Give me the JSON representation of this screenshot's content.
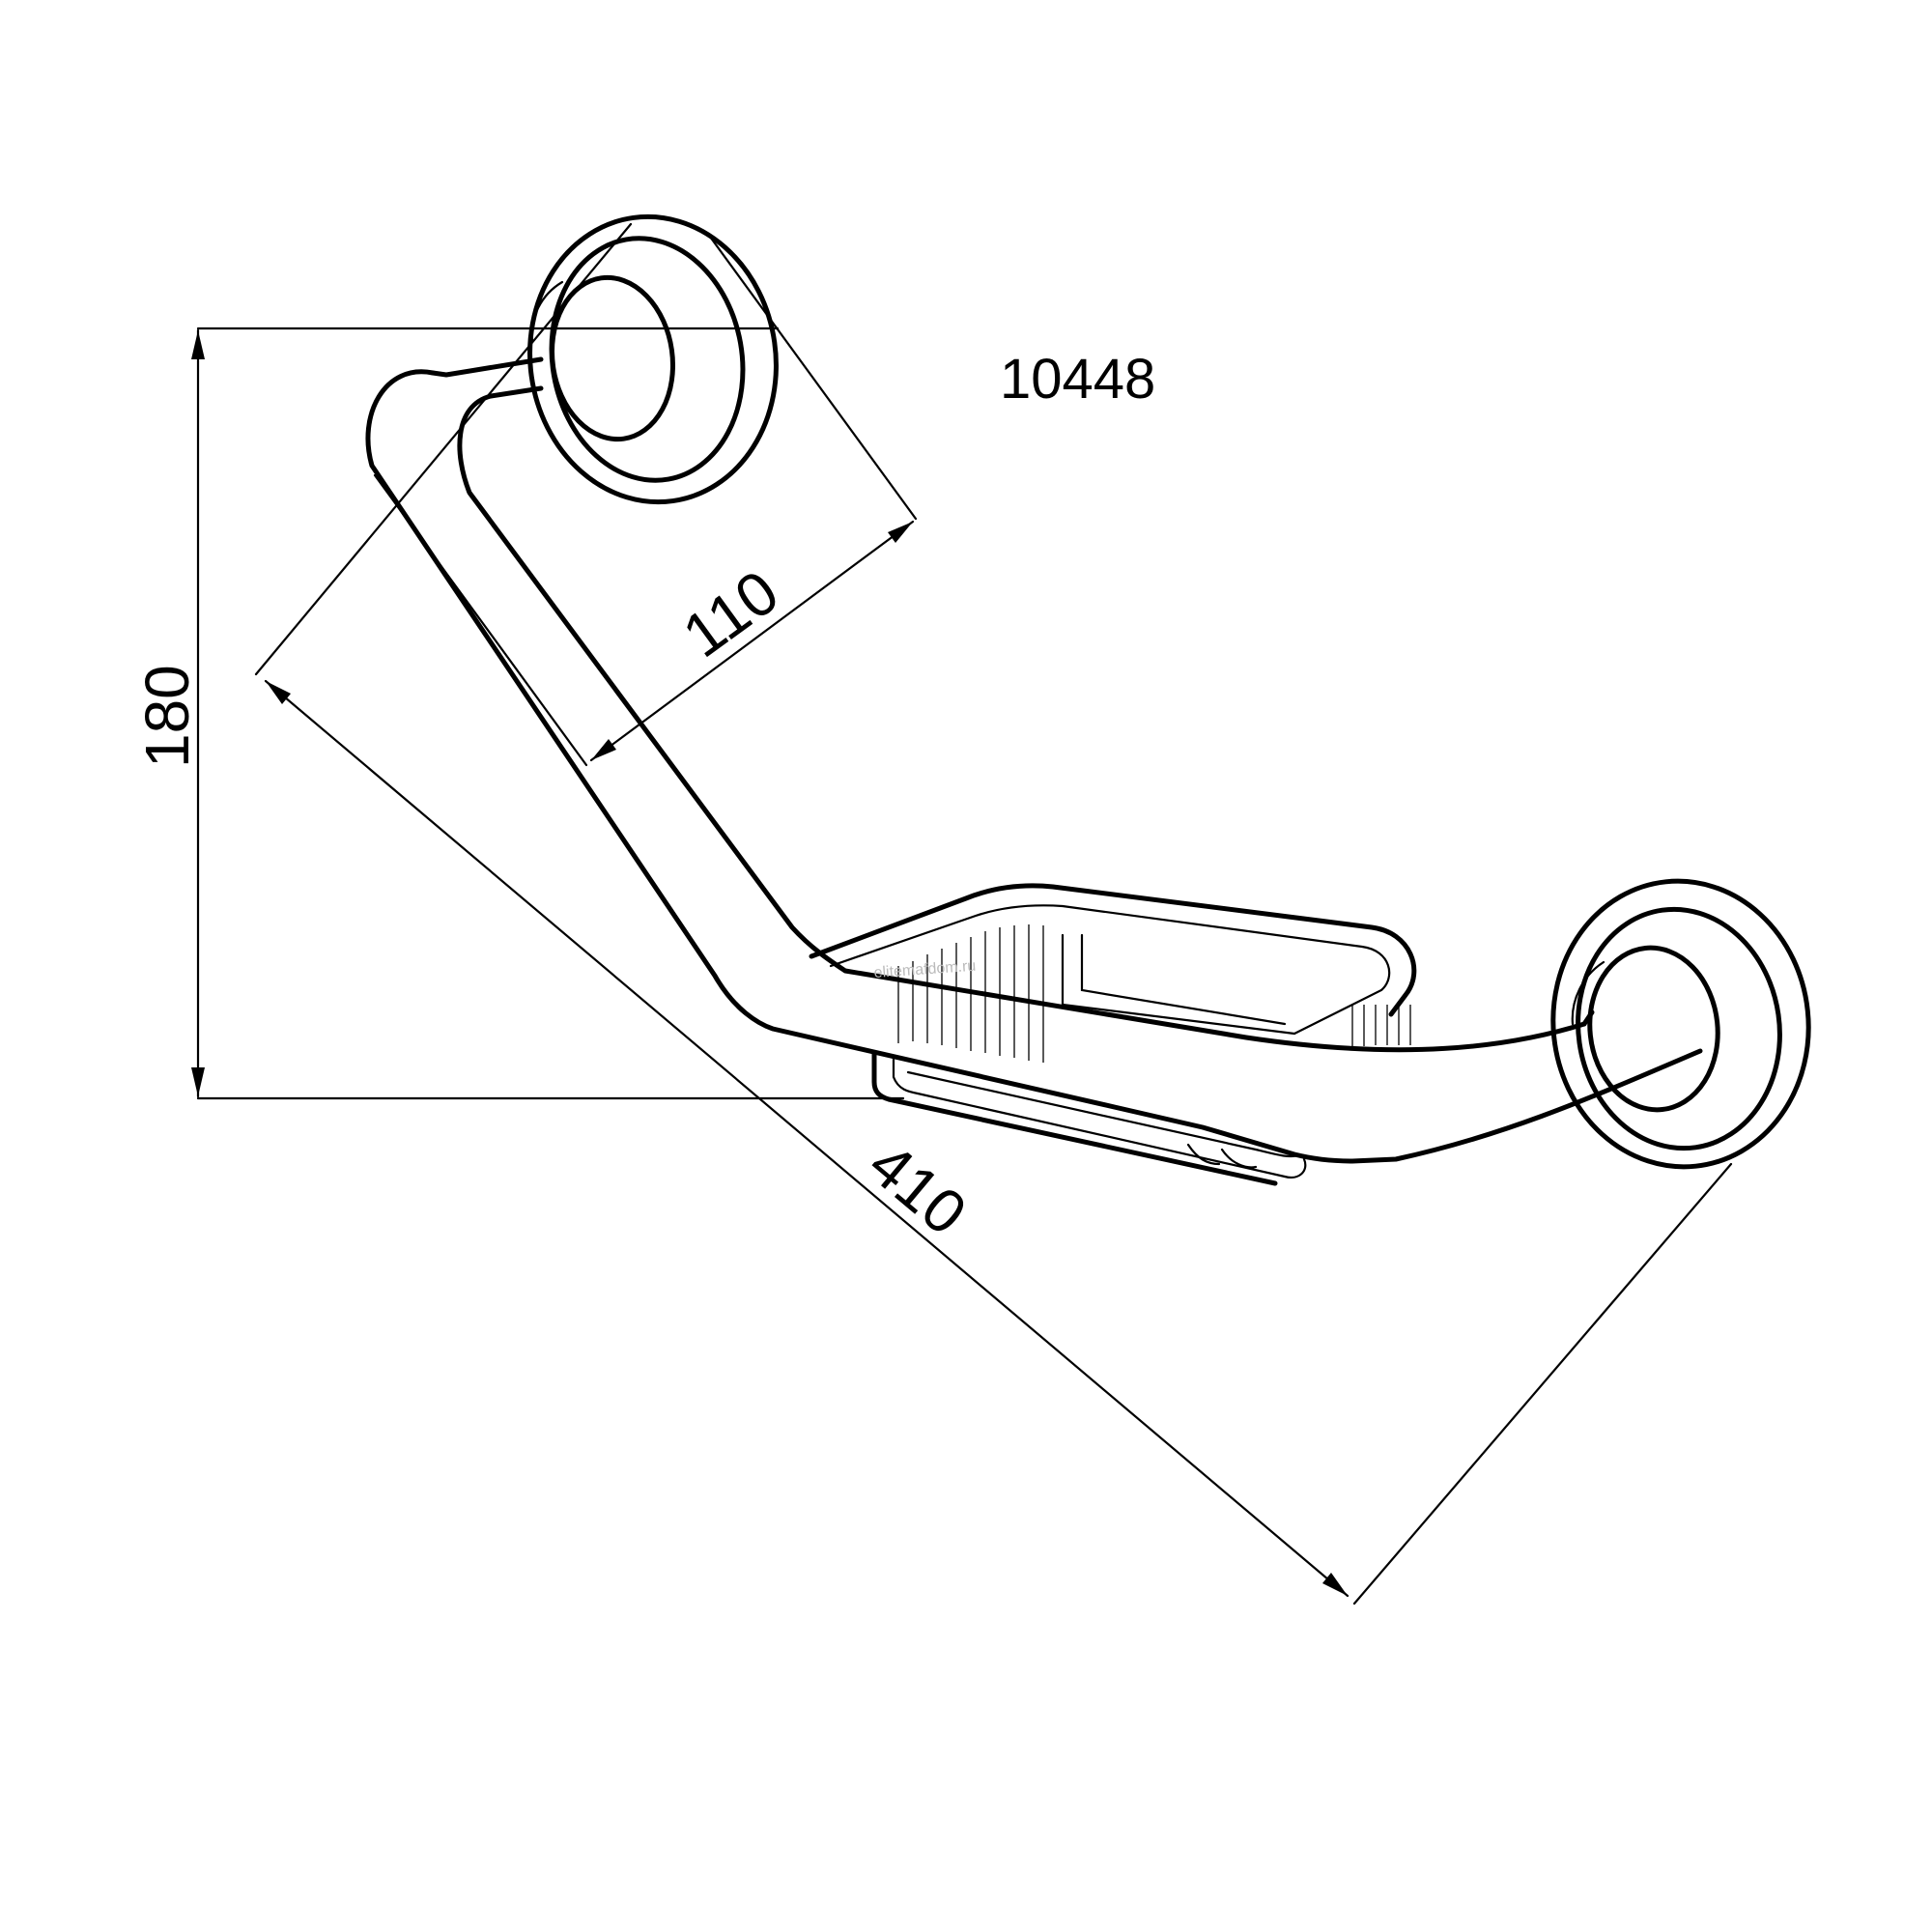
{
  "drawing": {
    "model_number": "10448",
    "watermark": "elitemafdom.ru",
    "dimensions": {
      "height": "180",
      "depth": "110",
      "length": "410"
    }
  }
}
